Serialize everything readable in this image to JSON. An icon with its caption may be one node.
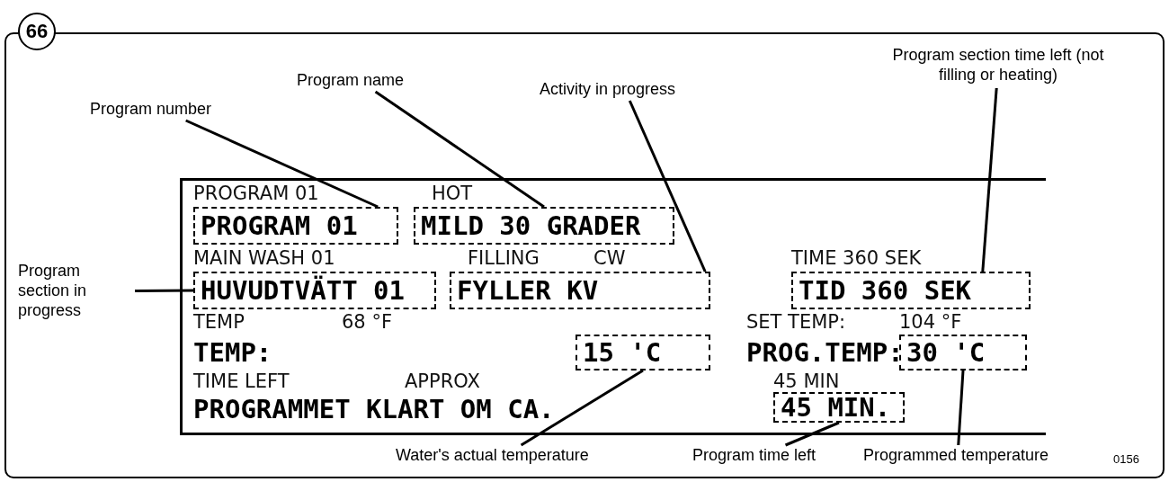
{
  "diagram": {
    "nodes": [
      {
        "text": [
          "TEMP:",
          "PROG.TEMP:",
          "PROGRAMMET KLART OM CA."
        ]
      },
      {
        "text": [
          "PROGRAM 01"
        ],
        "in": 0
      },
      {
        "text": [
          "MILD 30 GRADER"
        ],
        "in": 0
      },
      {
        "text": [
          "HUVUDTVÄTT 01"
        ],
        "in": 0
      },
      {
        "text": [
          "FYLLER KV"
        ],
        "in": 0
      },
      {
        "text": [
          "TID 360 SEK"
        ],
        "in": 0
      },
      {
        "text": [
          "15 'C"
        ],
        "in": 0
      },
      {
        "text": [
          "30 'C"
        ],
        "in": 0
      },
      {
        "text": [
          "45 MIN."
        ],
        "in": 0
      },
      {
        "text": [
          "Program number"
        ]
      },
      {
        "text": [
          "Program name"
        ]
      },
      {
        "text": [
          "Activity in progress"
        ]
      },
      {
        "text": [
          "Program section time left (not filling or heating)"
        ]
      },
      {
        "text": [
          "Program section in progress"
        ]
      },
      {
        "text": [
          "Water's actual temperature"
        ]
      },
      {
        "text": [
          "Program time left"
        ]
      },
      {
        "text": [
          "Programmed temperature"
        ]
      }
    ],
    "edges": [
      {
        "from": 9,
        "to": 1,
        "arrow": "none"
      },
      {
        "from": 10,
        "to": 2,
        "arrow": "none"
      },
      {
        "from": 11,
        "to": 4,
        "arrow": "none"
      },
      {
        "from": 12,
        "to": 5,
        "arrow": "none"
      },
      {
        "from": 13,
        "to": 3,
        "arrow": "none"
      },
      {
        "from": 14,
        "to": 6,
        "arrow": "none"
      },
      {
        "from": 15,
        "to": 8,
        "arrow": "none"
      },
      {
        "from": 16,
        "to": 7,
        "arrow": "none"
      }
    ],
    "labels": [
      "66",
      "PROGRAM 01",
      "HOT",
      "MAIN WASH 01",
      "FILLING",
      "CW",
      "TIME 360 SEK",
      "TEMP",
      "68 °F",
      "SET TEMP:",
      "104 °F",
      "TIME LEFT",
      "APPROX",
      "45 MIN",
      "0156"
    ]
  }
}
